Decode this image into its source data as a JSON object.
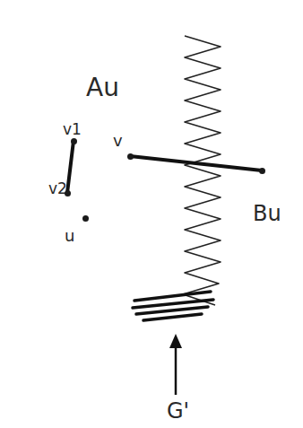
{
  "diagram": {
    "nodes": [
      {
        "text": [
          "Au"
        ]
      },
      {
        "text": [
          "v1"
        ],
        "in": 0
      },
      {
        "text": [
          "v2"
        ],
        "in": 0
      },
      {
        "text": [
          "v"
        ],
        "in": 0
      },
      {
        "text": [
          "u"
        ],
        "in": 0
      },
      {
        "text": [
          "Bu"
        ]
      }
    ],
    "edges": [
      {
        "from": 1,
        "to": 2,
        "arrow": "none"
      },
      {
        "from": 3,
        "to": 5,
        "arrow": "none"
      }
    ],
    "labels": [
      "G'"
    ]
  }
}
